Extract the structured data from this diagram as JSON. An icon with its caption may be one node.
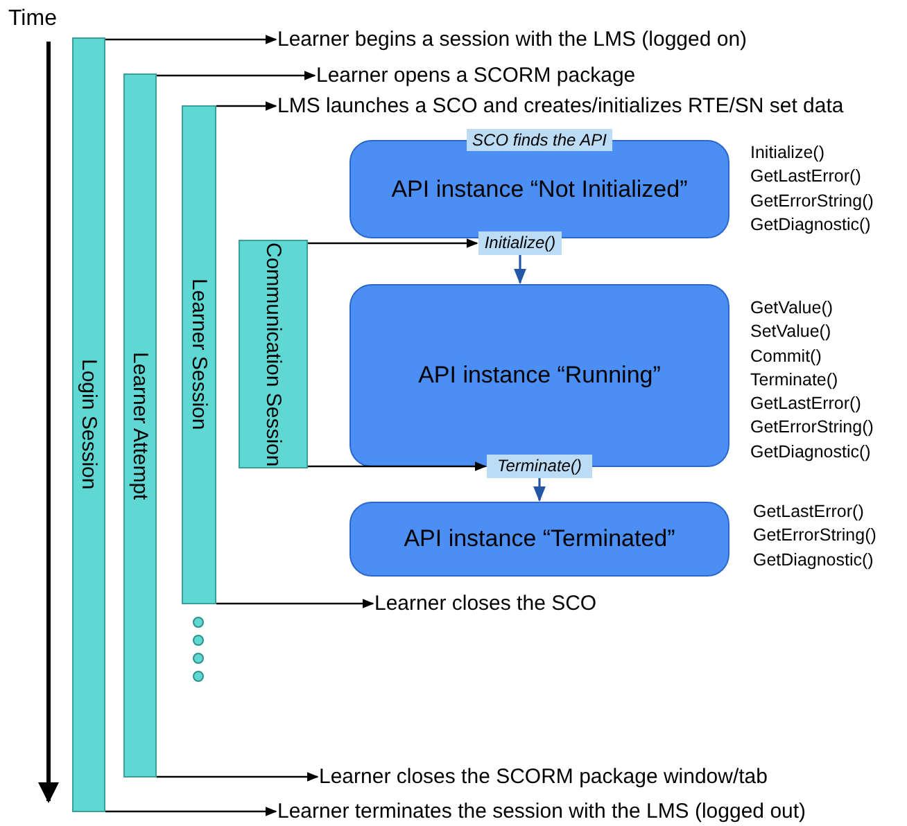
{
  "diagram": {
    "nodes": [
      {
        "text": [
          "Login Session"
        ]
      },
      {
        "text": [
          "Learner Attempt"
        ]
      },
      {
        "text": [
          "Learner Session"
        ]
      },
      {
        "text": [
          "Communication Session"
        ]
      },
      {
        "text": [
          "SCO finds the API",
          "API instance “Not Initialized”"
        ],
        "beside": [
          "Initialize()",
          "GetLastError()",
          "GetErrorString()",
          "GetDiagnostic()"
        ]
      },
      {
        "text": [
          "API instance “Running”"
        ],
        "beside": [
          "GetValue()",
          "SetValue()",
          "Commit()",
          "Terminate()",
          "GetLastError()",
          "GetErrorString()",
          "GetDiagnostic()"
        ]
      },
      {
        "text": [
          "API instance “Terminated”"
        ],
        "beside": [
          "GetLastError()",
          "GetErrorString()",
          "GetDiagnostic()"
        ]
      },
      {
        "text": [
          "Learner begins a session with the LMS (logged on)"
        ]
      },
      {
        "text": [
          "Learner opens a SCORM package"
        ]
      },
      {
        "text": [
          "LMS launches a SCO and creates/initializes RTE/SN set data"
        ]
      },
      {
        "text": [
          "Initialize()"
        ]
      },
      {
        "text": [
          "Terminate()"
        ]
      },
      {
        "text": [
          "Learner closes the SCO"
        ]
      },
      {
        "text": [
          "Learner closes the SCORM package window/tab"
        ]
      },
      {
        "text": [
          "Learner terminates the session with the LMS (logged out)"
        ]
      }
    ],
    "edges": [
      {
        "from": 0,
        "to": 7,
        "arrow": "to"
      },
      {
        "from": 1,
        "to": 8,
        "arrow": "to"
      },
      {
        "from": 2,
        "to": 9,
        "arrow": "to"
      },
      {
        "from": 3,
        "to": 10,
        "arrow": "to"
      },
      {
        "from": 10,
        "to": 5,
        "arrow": "to",
        "color": "#2456a6"
      },
      {
        "from": 3,
        "to": 11,
        "arrow": "to"
      },
      {
        "from": 11,
        "to": 6,
        "arrow": "to",
        "color": "#2456a6"
      },
      {
        "from": 2,
        "to": 12,
        "arrow": "to"
      },
      {
        "from": 1,
        "to": 13,
        "arrow": "to"
      },
      {
        "from": 0,
        "to": 14,
        "arrow": "to"
      }
    ],
    "labels": [
      "Time"
    ]
  }
}
